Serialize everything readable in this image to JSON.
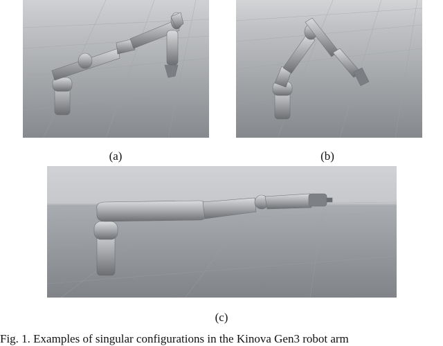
{
  "figure": {
    "panels": [
      {
        "label": "(a)"
      },
      {
        "label": "(b)"
      },
      {
        "label": "(c)"
      }
    ],
    "caption": "Fig. 1.   Examples of singular configurations in the Kinova Gen3 robot arm"
  },
  "colors": {
    "background": "#ffffff",
    "scene_sky": "#d4d6d8",
    "scene_floor": "#8c8f93",
    "robot_body": "#a9abae"
  }
}
